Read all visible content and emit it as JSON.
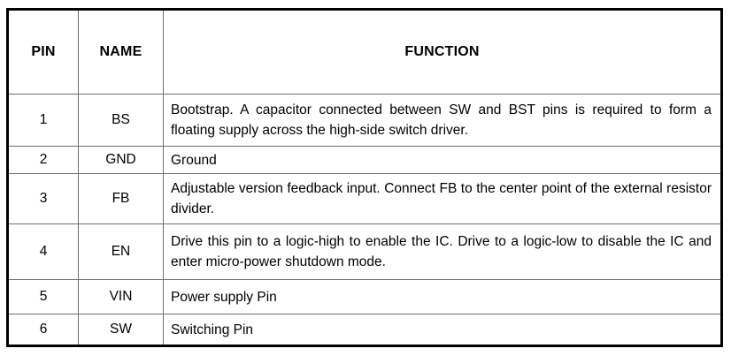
{
  "table": {
    "headers": {
      "pin": "PIN",
      "name": "NAME",
      "function": "FUNCTION"
    },
    "rows": [
      {
        "pin": "1",
        "name": "BS",
        "function": "Bootstrap. A capacitor connected between SW and BST pins is required to form a floating supply across the high-side switch driver."
      },
      {
        "pin": "2",
        "name": "GND",
        "function": "Ground"
      },
      {
        "pin": "3",
        "name": "FB",
        "function": "Adjustable version feedback input. Connect FB to the center point of the external resistor divider."
      },
      {
        "pin": "4",
        "name": "EN",
        "function": "Drive this pin to a logic-high to enable the IC. Drive to a logic-low to disable the IC and enter micro-power shutdown mode."
      },
      {
        "pin": "5",
        "name": "VIN",
        "function": "Power supply Pin"
      },
      {
        "pin": "6",
        "name": "SW",
        "function": "Switching Pin"
      }
    ],
    "colors": {
      "outer_border": "#000000",
      "inner_border": "#6f6f6f",
      "text": "#000000",
      "background": "#ffffff"
    }
  }
}
